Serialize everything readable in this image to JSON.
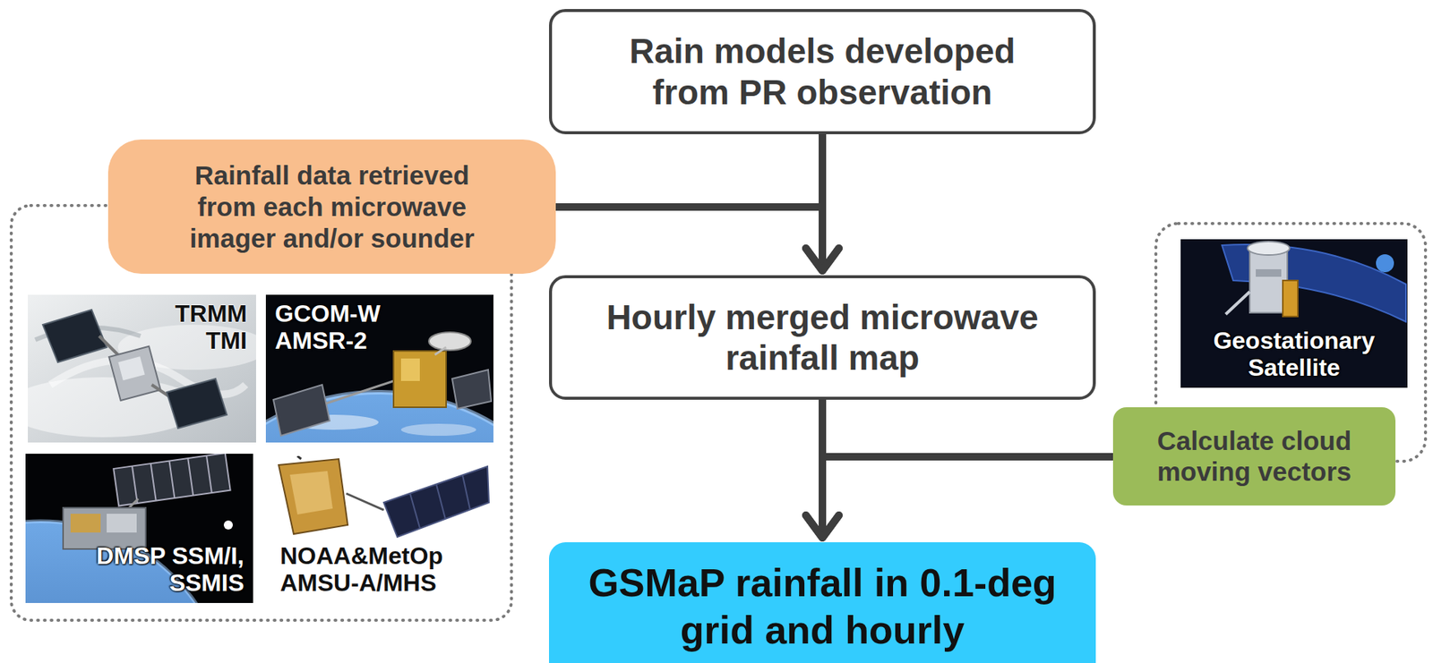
{
  "diagram": {
    "nodes": [
      {
        "text": [
          "Rain models developed from PR observation"
        ]
      },
      {
        "text": [
          "Rainfall data retrieved from each microwave imager and/or sounder"
        ]
      },
      {
        "text": [
          "TRMM TMI"
        ]
      },
      {
        "text": [
          "GCOM-W AMSR-2"
        ]
      },
      {
        "text": [
          "DMSP SSM/I, SSMIS"
        ]
      },
      {
        "text": [
          "NOAA&MetOp AMSU-A/MHS"
        ]
      },
      {
        "text": [
          "Hourly merged microwave rainfall map"
        ]
      },
      {
        "text": [
          "Geostationary Satellite"
        ]
      },
      {
        "text": [
          "Calculate cloud moving vectors"
        ]
      },
      {
        "text": [
          "GSMaP rainfall in 0.1-deg grid and hourly"
        ]
      }
    ],
    "edges": [
      {
        "from": 0,
        "to": 6,
        "arrow": "to"
      },
      {
        "from": 1,
        "to": 6,
        "arrow": "to"
      },
      {
        "from": 6,
        "to": 9,
        "arrow": "to"
      },
      {
        "from": 8,
        "to": 9,
        "arrow": "to"
      }
    ]
  }
}
